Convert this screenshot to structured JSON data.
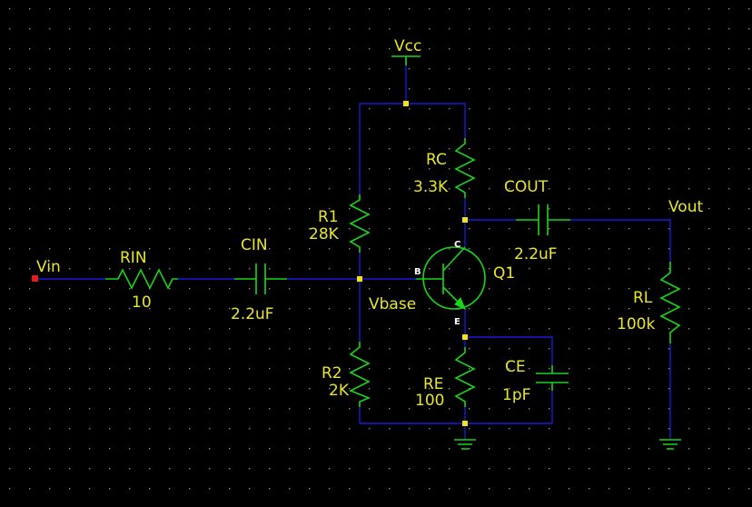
{
  "colors": {
    "background": "#000000",
    "grid_dot": "#8a8a8a",
    "wire": "#1b1bd8",
    "component": "#19d619",
    "label": "#e8e62a",
    "junction": "#f2e21a",
    "port_marker": "#e21c1c",
    "pin_label": "#ffffff"
  },
  "nets": {
    "vcc": "Vcc",
    "vin": "Vin",
    "vbase": "Vbase",
    "vout": "Vout"
  },
  "components": {
    "rin": {
      "name": "RIN",
      "value": "10"
    },
    "cin": {
      "name": "CIN",
      "value": "2.2uF"
    },
    "r1": {
      "name": "R1",
      "value": "28K"
    },
    "r2": {
      "name": "R2",
      "value": "2K"
    },
    "rc": {
      "name": "RC",
      "value": "3.3K"
    },
    "re": {
      "name": "RE",
      "value": "100"
    },
    "ce": {
      "name": "CE",
      "value": "1pF"
    },
    "cout": {
      "name": "COUT",
      "value": "2.2uF"
    },
    "rl": {
      "name": "RL",
      "value": "100k"
    },
    "q1": {
      "name": "Q1",
      "pin_b": "B",
      "pin_c": "C",
      "pin_e": "E"
    }
  }
}
